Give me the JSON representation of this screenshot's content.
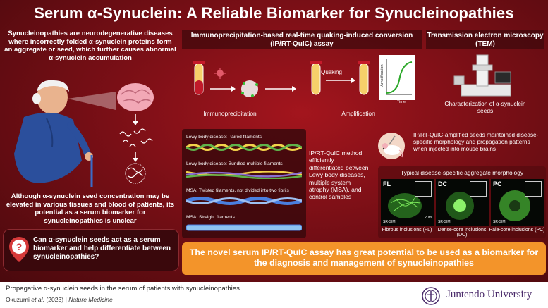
{
  "title": "Serum α-Synuclein: A Reliable Biomarker for Synucleinopathies",
  "left": {
    "intro": "Synucleinopathies are neurodegenerative diseases where incorrectly folded α-synuclein proteins form an aggregate or seed, which further causes abnormal α-synuclein accumulation",
    "concern": "Although α-synuclein seed concentration may be elevated in various tissues and blood of patients, its potential as a serum biomarker for synucleinopathies is unclear",
    "question": "Can α-synuclein seeds act as a serum biomarker and help differentiate between synucleinopathies?",
    "question_mark": "?"
  },
  "assay": {
    "heading": "Immunoprecipitation-based real-time quaking-induced conversion (IP/RT-QuIC) assay",
    "step1": "Immunoprecipitation",
    "step2": "Amplification",
    "quaking": "Quaking",
    "graph_y": "Amplification",
    "graph_x": "Time"
  },
  "tem": {
    "heading": "Transmission electron microscopy (TEM)",
    "caption": "Characterization of α-synuclein seeds"
  },
  "filaments": {
    "items": [
      "Lewy body disease: Paired filaments",
      "Lewy body disease: Bundled multiple filaments",
      "MSA: Twisted filaments, not divided into two fibrils",
      "MSA: Straight filaments"
    ],
    "description": "IP/RT-QuIC method efficiently differentiated between Lewy body diseases, multiple system atrophy (MSA), and control samples"
  },
  "mouse": {
    "text": "IP/RT-QuIC-amplified seeds maintained disease-specific morphology and propagation patterns when injected into mouse brains"
  },
  "morphology": {
    "title": "Typical disease-specific aggregate morphology",
    "scale": "2μm",
    "sim": "SR-SIM",
    "panels": [
      {
        "tag": "FL",
        "caption": "Fibrous inclusions (FL)"
      },
      {
        "tag": "DC",
        "caption": "Dense-core inclusions (DC)"
      },
      {
        "tag": "PC",
        "caption": "Pale-core inclusions (PC)"
      }
    ]
  },
  "conclusion": "The novel serum IP/RT-QuIC assay has great potential to be used as a biomarker for the diagnosis and management of synucleinopathies",
  "footer": {
    "paper_title": "Propagative α-synuclein seeds in the serum of patients with synucleinopathies",
    "author": "Okuzumi",
    "etal": "et al.",
    "year": "(2023)",
    "separator": "|",
    "journal": "Nature Medicine",
    "university": "Juntendo University"
  },
  "colors": {
    "background": "#7a0f16",
    "accent_orange": "#f3942a",
    "green_microscopy": "#4cc23a",
    "logo_purple": "#4a2a6a"
  }
}
